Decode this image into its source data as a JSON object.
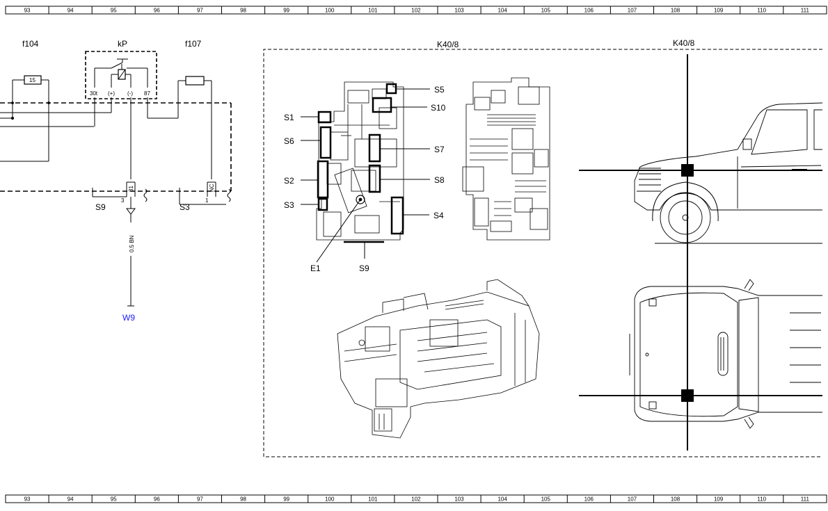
{
  "ruler": {
    "ticks": [
      "93",
      "94",
      "95",
      "96",
      "97",
      "98",
      "99",
      "100",
      "101",
      "102",
      "103",
      "104",
      "105",
      "106",
      "107",
      "108",
      "109",
      "110",
      "111"
    ]
  },
  "schematic": {
    "fuse_left": {
      "name": "f104",
      "value": "15"
    },
    "relay": {
      "name": "kP",
      "pins": [
        "30t",
        "(+)",
        "(-)",
        "87"
      ]
    },
    "fuse_right": {
      "name": "f107"
    },
    "connector_left": {
      "name": "S9",
      "pin": "3",
      "wire_pin": "31"
    },
    "connector_right": {
      "name": "S3",
      "pin": "1",
      "wire_pin": "NC"
    },
    "wire_label": "0.5 BN",
    "ground_ref": "W9",
    "ground_ref_color": "#1a1aff"
  },
  "module": {
    "title_left": "K40/8",
    "title_right": "K40/8",
    "connector_labels": {
      "S1": "S1",
      "S2": "S2",
      "S3": "S3",
      "S4": "S4",
      "S5": "S5",
      "S6": "S6",
      "S7": "S7",
      "S8": "S8",
      "S9": "S9",
      "S10": "S10",
      "E1": "E1"
    }
  }
}
